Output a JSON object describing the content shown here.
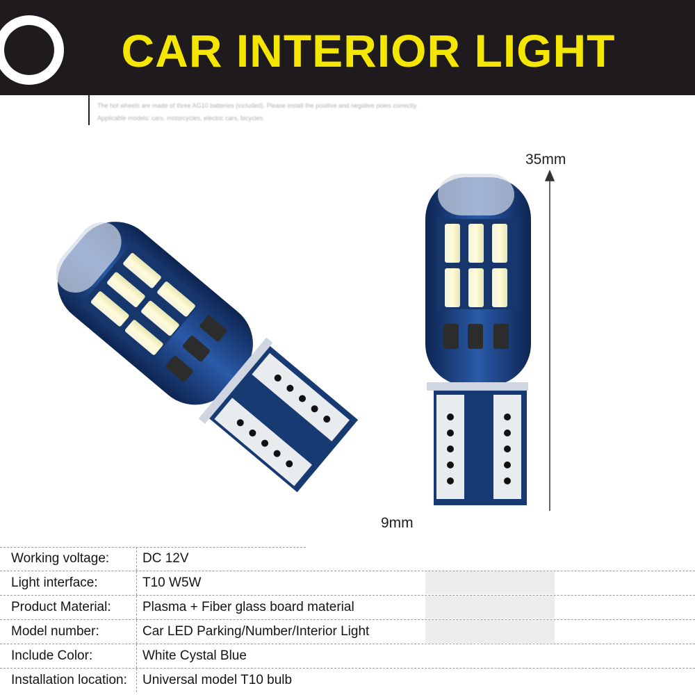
{
  "banner": {
    "title": "CAR INTERIOR LIGHT",
    "subtext_line1": "The hot wheels are made of three AG10 batteries (included). Please install the positive and negative poles correctly.",
    "subtext_line2": "Applicable models: cars, motorcycles, electric cars, bicycles."
  },
  "dimensions": {
    "height_label": "35mm",
    "width_label": "9mm"
  },
  "specs": [
    {
      "key": "Working voltage:",
      "value": "DC 12V"
    },
    {
      "key": "Light interface:",
      "value": "T10 W5W"
    },
    {
      "key": "Product Material:",
      "value": "Plasma + Fiber glass board material"
    },
    {
      "key": "Model number:",
      "value": "Car LED Parking/Number/Interior Light"
    },
    {
      "key": "Include Color:",
      "value": "White Cystal Blue"
    },
    {
      "key": "Installation location:",
      "value": "Universal model T10 bulb"
    }
  ],
  "colors": {
    "banner_bg": "#1e1a1d",
    "title_yellow": "#f5e600",
    "pcb_blue": "#1d3f78"
  }
}
